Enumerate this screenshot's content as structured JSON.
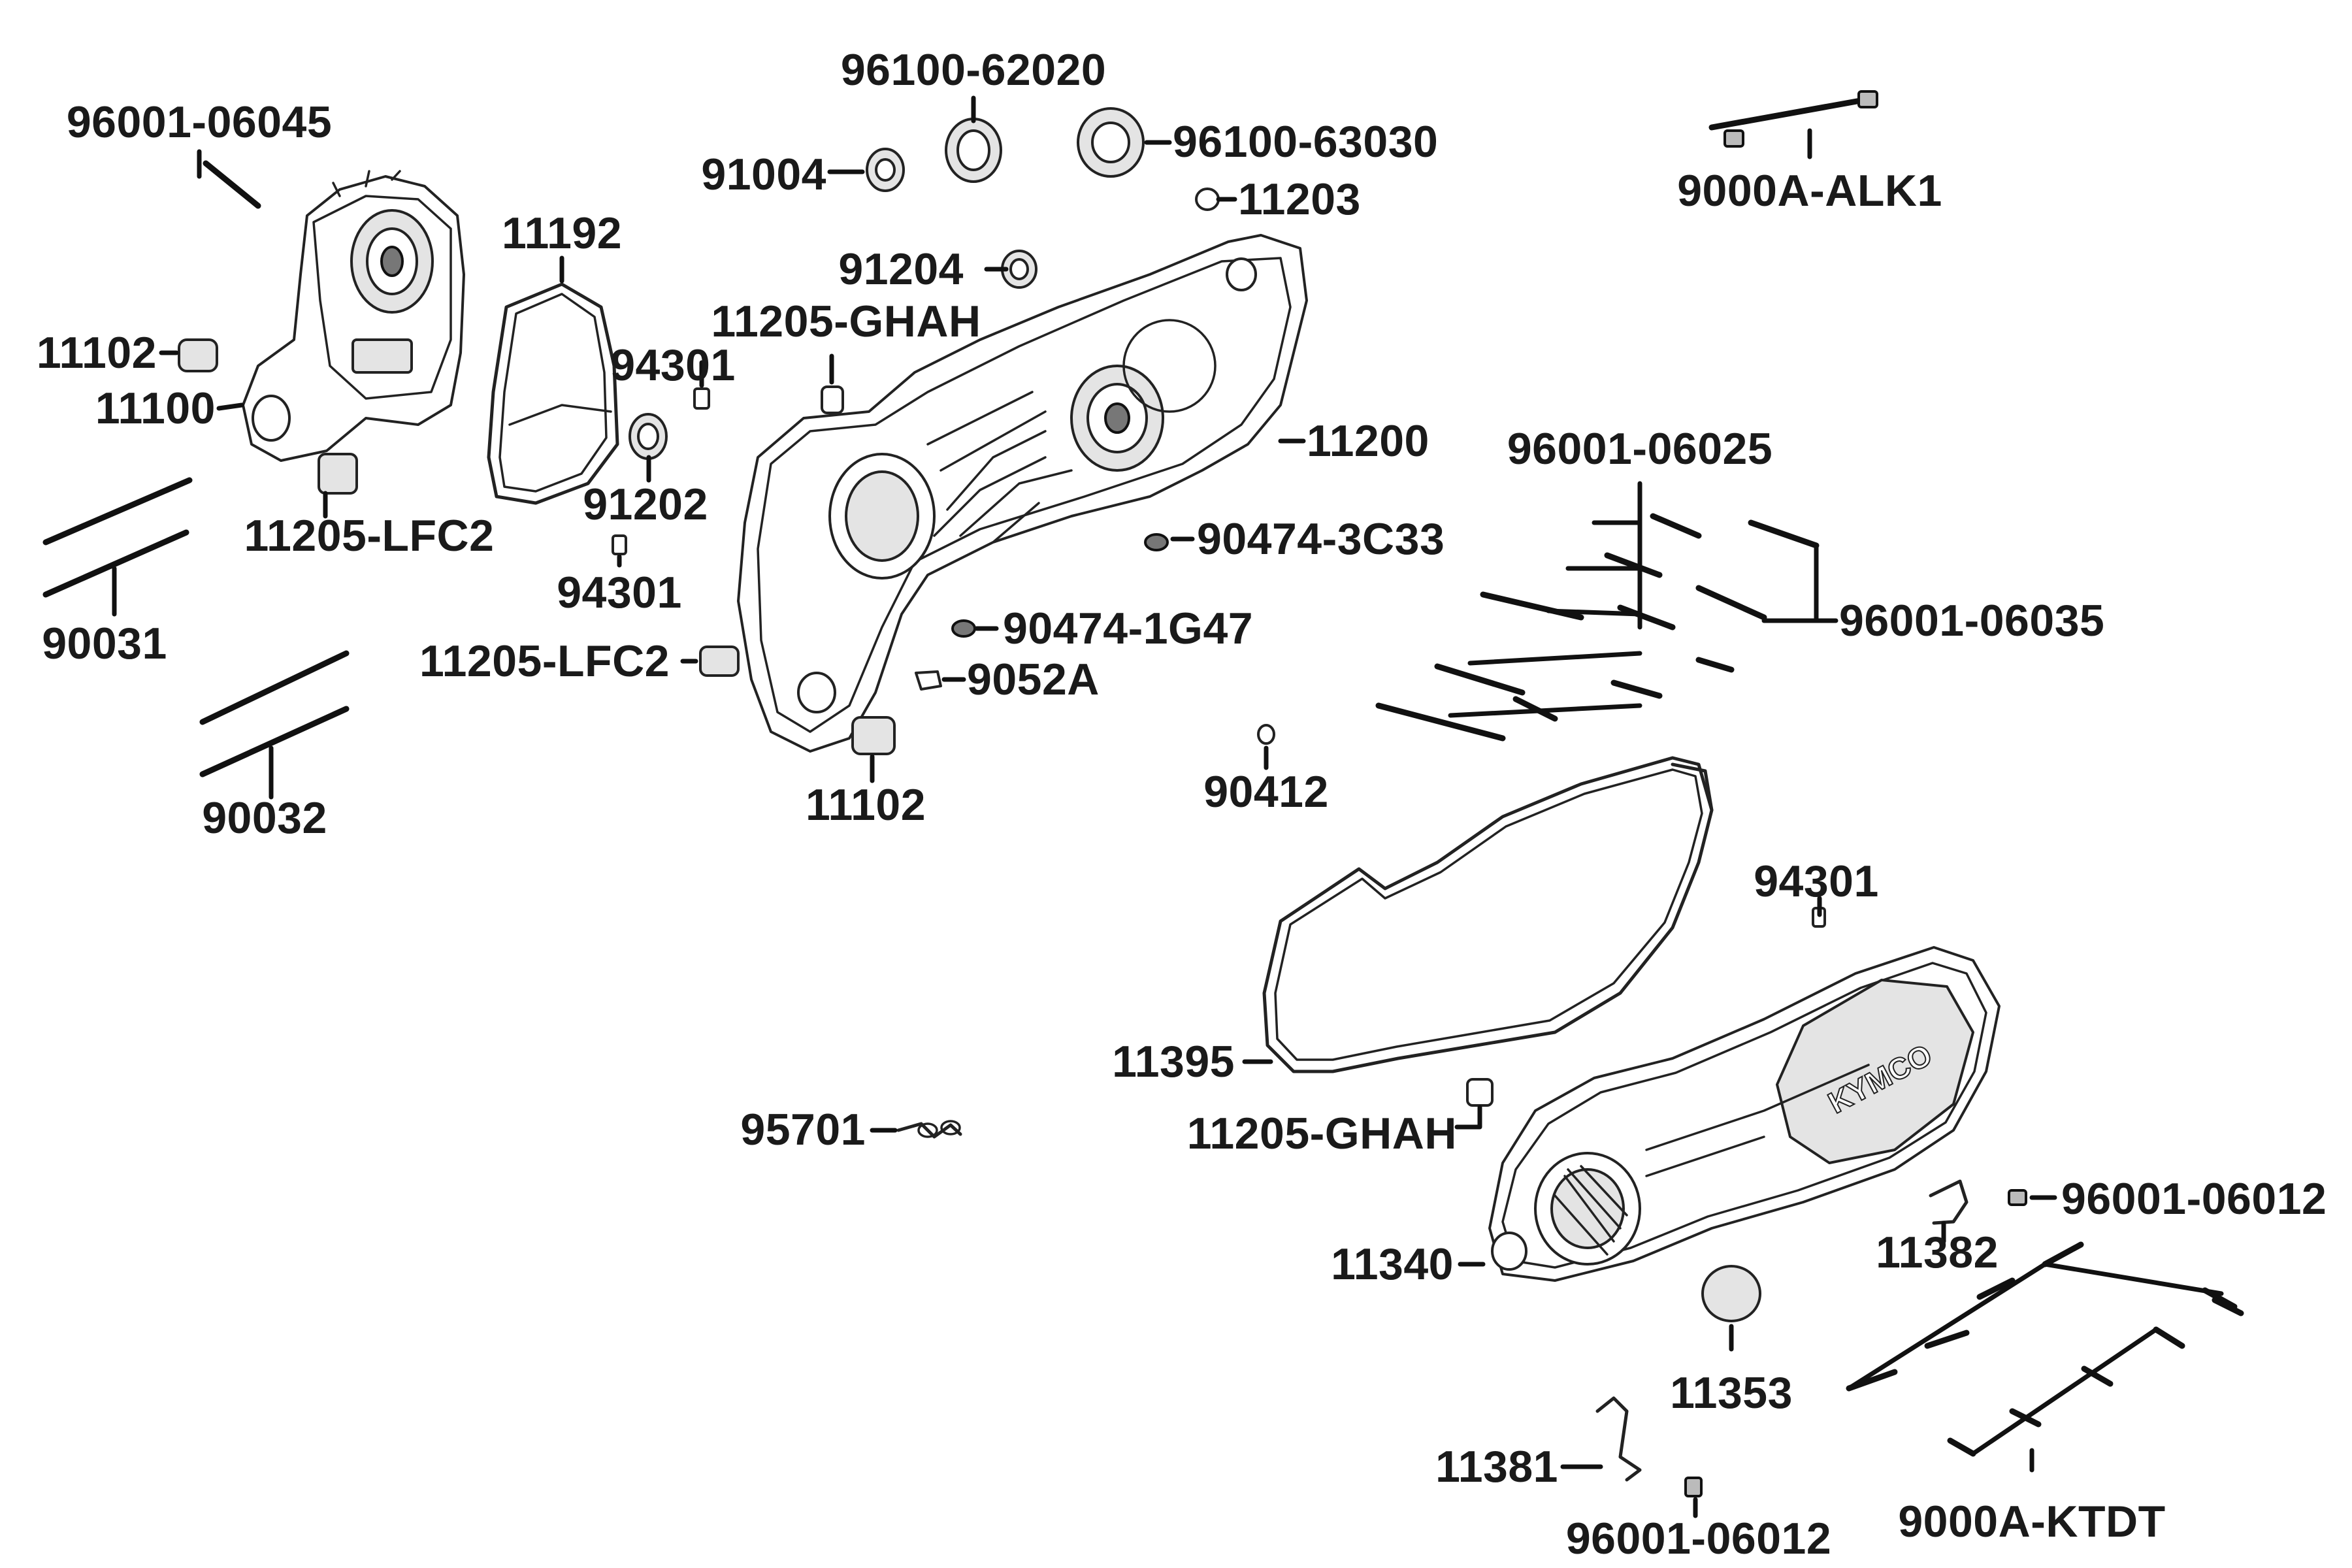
{
  "labels": {
    "p96100_62020": "96100-62020",
    "p96001_06045": "96001-06045",
    "p91004": "91004",
    "p96100_63030": "96100-63030",
    "p9000A_ALK1": "9000A-ALK1",
    "p11203": "11203",
    "p11192": "11192",
    "p91204": "91204",
    "p11205_GHAH_top": "11205-GHAH",
    "p11102_left": "11102",
    "p94301_top": "94301",
    "p11100": "11100",
    "p11200": "11200",
    "p96001_06025": "96001-06025",
    "p91202": "91202",
    "p11205_LFC2_left": "11205-LFC2",
    "p90474_3C33": "90474-3C33",
    "p94301_mid": "94301",
    "p96001_06035": "96001-06035",
    "p90031": "90031",
    "p90474_1G47": "90474-1G47",
    "p11205_LFC2_mid": "11205-LFC2",
    "p9052A": "9052A",
    "p11102_mid": "11102",
    "p90412": "90412",
    "p90032": "90032",
    "p94301_right": "94301",
    "p11395": "11395",
    "p95701": "95701",
    "p11205_GHAH_bottom": "11205-GHAH",
    "p96001_06012_right": "96001-06012",
    "p11382": "11382",
    "p11340": "11340",
    "p11353": "11353",
    "p11381": "11381",
    "p96001_06012_bottom": "96001-06012",
    "p9000A_KTDT": "9000A-KTDT"
  },
  "cover_logo": "KYMCO"
}
